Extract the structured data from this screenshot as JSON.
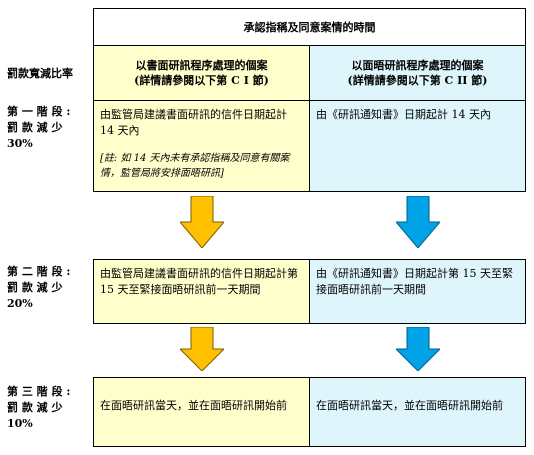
{
  "header": {
    "top_title": "承認指稱及同意案情的時間",
    "row_header": "罰款寬減比率"
  },
  "columns": {
    "left": {
      "line1": "以書面研訊程序處理的個案",
      "line2": "(詳情請參閱以下第 C I 節)"
    },
    "right": {
      "line1": "以面晤研訊程序處理的個案",
      "line2": "(詳情請參閱以下第 C II 節)"
    }
  },
  "stages": [
    {
      "label_line1": "第 一 階 段 :",
      "label_line2": "罰 款 減 少",
      "label_line3": "30%",
      "left": "由監管局建議書面研訊的信件日期起計 14 天內",
      "left_note": "[註: 如 14 天內未有承認指稱及同意有關案情，監管局將安排面晤研訊]",
      "right": "由《研訊通知書》日期起計 14 天內"
    },
    {
      "label_line1": "第 二 階 段 :",
      "label_line2": "罰 款 減 少",
      "label_line3": "20%",
      "left": "由監管局建議書面研訊的信件日期起計第 15 天至緊接面晤研訊前一天期間",
      "right": "由《研訊通知書》日期起計第 15 天至緊接面晤研訊前一天期間"
    },
    {
      "label_line1": "第 三 階 段 :",
      "label_line2": "罰 款 減 少",
      "label_line3": "10%",
      "left": "在面晤研訊當天，並在面晤研訊開始前",
      "right": "在面晤研訊當天，並在面晤研訊開始前"
    }
  ],
  "colors": {
    "yellow_fill": "#ffffcc",
    "blue_fill": "#ddf5fb",
    "arrow_orange": "#ffc000",
    "arrow_blue": "#00a2e8",
    "border": "#000000"
  }
}
